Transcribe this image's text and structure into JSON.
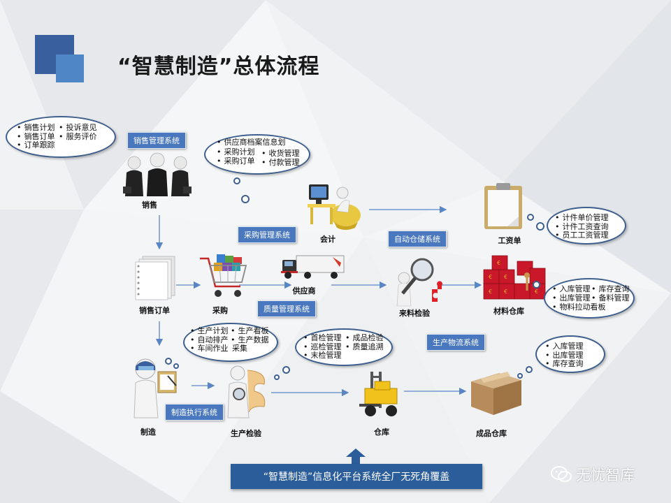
{
  "title": "“智慧制造”总体流程",
  "systems": {
    "sales": "销售管理系统",
    "purchase": "采购管理系统",
    "auto_warehouse": "自动仓储系统",
    "quality": "质量管理系统",
    "logistics": "生产物流系统",
    "mes": "制造执行系统"
  },
  "nodes": {
    "sales": "销售",
    "accounting": "会计",
    "payroll": "工资单",
    "sales_order": "销售订单",
    "procurement": "采购",
    "supplier": "供应商",
    "incoming_inspection": "来料检验",
    "material_warehouse": "材料仓库",
    "manufacturing": "制造",
    "production_inspection": "生产检验",
    "warehouse": "仓库",
    "finished_warehouse": "成品仓库"
  },
  "clouds": {
    "sales": {
      "col1": [
        "销售计划",
        "销售订单",
        "订单跟踪"
      ],
      "col2": [
        "投诉意见",
        "服务评价"
      ]
    },
    "purchase": {
      "row1": [
        "供应商档案信息划"
      ],
      "col1": [
        "采购计划",
        "采购订单"
      ],
      "col2": [
        "收货管理",
        "付款管理"
      ]
    },
    "payroll": {
      "items": [
        "计件单价管理",
        "计件工资查询",
        "员工工资管理"
      ]
    },
    "material": {
      "col1": [
        "入库管理",
        "出库管理"
      ],
      "col2": [
        "库存查询",
        "备料管理"
      ],
      "row3": [
        "物料拉动看板"
      ]
    },
    "production": {
      "col1": [
        "生产计划",
        "自动排产",
        "车间作业"
      ],
      "col2": [
        "生产看板",
        "生产数据",
        "采集"
      ]
    },
    "quality": {
      "col1": [
        "首检管理",
        "巡检管理",
        "末检管理"
      ],
      "col2": [
        "成品检验",
        "质量追溯"
      ]
    },
    "finished": {
      "items": [
        "入库管理",
        "出库管理",
        "库存查询"
      ]
    }
  },
  "banner": "“智慧制造”信息化平台系统全厂无死角覆盖",
  "watermark": "无忧智库",
  "colors": {
    "accent": "#4a78be",
    "banner": "#2a5d9a",
    "cloud_border": "#3e5f8e",
    "arrow": "#5a86c6"
  },
  "icons": {
    "sales": "business-team-icon",
    "accounting": "computer-desk-icon",
    "payroll": "clipboard-icon",
    "sales_order": "documents-stack-icon",
    "procurement": "shopping-cart-icon",
    "supplier": "truck-icon",
    "incoming_inspection": "magnifier-icon",
    "material_warehouse": "boxes-icon",
    "manufacturing": "worker-icon",
    "production_inspection": "inspector-icon",
    "warehouse": "forklift-icon",
    "finished_warehouse": "cardboard-box-icon",
    "watermark": "wechat-icon"
  }
}
